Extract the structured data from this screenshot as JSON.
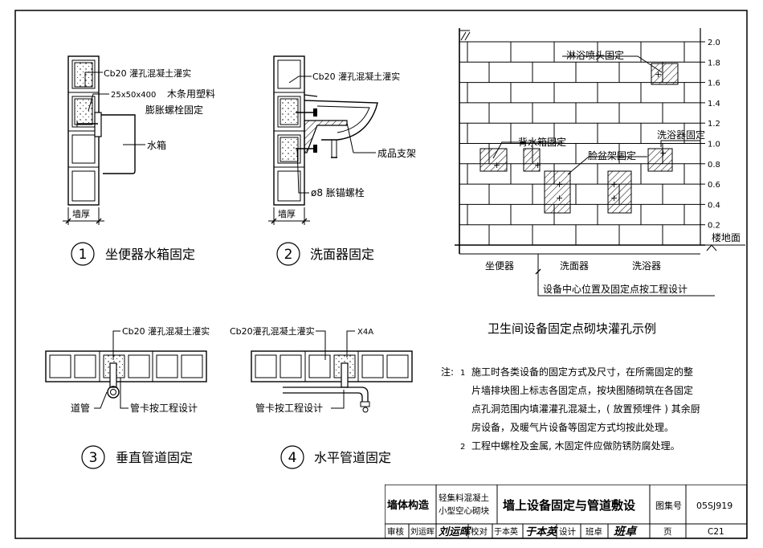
{
  "fig1": {
    "num": "1",
    "title": "坐便器水箱固定",
    "note_cb20": "Cb20 灌孔混凝土灌实",
    "note_size": "25x50x400",
    "note_wood1": "木条用塑料",
    "note_wood2": "膨胀螺栓固定",
    "note_tank": "水箱",
    "wall_thickness": "墙厚"
  },
  "fig2": {
    "num": "2",
    "title": "洗面器固定",
    "note_cb20": "Cb20 灌孔混凝土灌实",
    "note_bracket": "成品支架",
    "note_bolt": "ø8 胀锚螺栓",
    "wall_thickness": "墙厚"
  },
  "fig3": {
    "num": "3",
    "title": "垂直管道固定",
    "note_cb20": "Cb20 灌孔混凝土灌实",
    "note_pipe": "道管",
    "note_clamp": "管卡按工程设计"
  },
  "fig4": {
    "num": "4",
    "title": "水平管道固定",
    "note_cb20": "Cb20灌孔混凝土灌实",
    "note_x4a": "X4A",
    "note_clamp": "管卡按工程设计"
  },
  "elevation": {
    "title": "卫生间设备固定点砌块灌孔示例",
    "label_shower": "淋浴喷头固定",
    "label_tank": "背水箱固定",
    "label_basin": "脸盆架固定",
    "label_bath": "洗浴器固定",
    "floor_label": "楼地面",
    "fixture_toilet": "坐便器",
    "fixture_basin": "洗面器",
    "fixture_bath": "洗浴器",
    "design_note": "设备中心位置及固定点按工程设计",
    "scale": [
      "2.0",
      "1.8",
      "1.6",
      "1.4",
      "1.2",
      "1.0",
      "0.8",
      "0.6",
      "0.4",
      "0.2"
    ]
  },
  "notes": {
    "prefix": "注:",
    "n1_num": "1",
    "n1_l1": "施工时各类设备的固定方式及尺寸，在所需固定的整",
    "n1_l2": "片墙排块图上标志各固定点，按块图随砌筑在各固定",
    "n1_l3": "点孔洞范围内填灌灌孔混凝土，( 放置预埋件 ) 其余厨",
    "n1_l4": "房设备，及暖气片设备等固定方式均按此处理。",
    "n2_num": "2",
    "n2_l1": "工程中螺栓及金属, 木固定件应做防锈防腐处理。"
  },
  "titleblock": {
    "category": "墙体构造",
    "sub1": "轻集料混凝土",
    "sub2": "小型空心砌块",
    "title": "墙上设备固定与管道敷设",
    "atlas_label": "图集号",
    "atlas_no": "05SJ919",
    "review_label": "审核",
    "review_name": "刘运晖",
    "review_sig": "刘运晖",
    "check_label": "校对",
    "check_name": "于本英",
    "check_sig": "于本英",
    "design_label": "设计",
    "design_name": "班卓",
    "design_sig": "班卓",
    "page_label": "页",
    "page_no": "C21"
  }
}
